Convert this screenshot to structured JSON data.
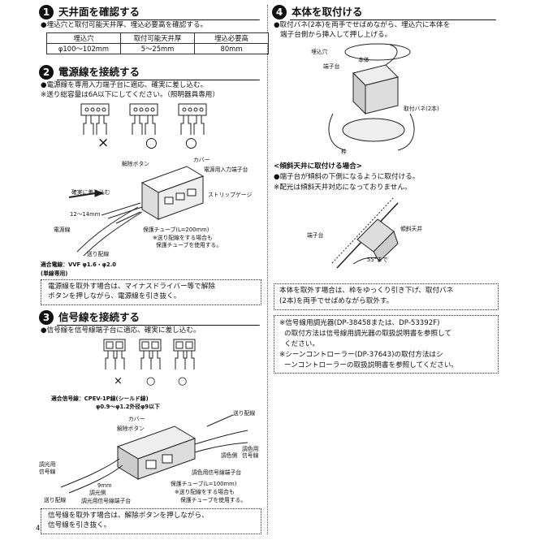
{
  "s1": {
    "num": "1",
    "title": "天井面を確認する",
    "intro": "●埋込穴と取付可能天井厚、埋込必要高を確認する。",
    "table": {
      "headers": [
        "埋込穴",
        "取付可能天井厚",
        "埋込必要高"
      ],
      "row": [
        "φ100〜102mm",
        "5〜25mm",
        "80mm"
      ]
    }
  },
  "s2": {
    "num": "2",
    "title": "電源線を接続する",
    "line1": "●電源線を専用入力端子台に適応、確実に差し込む。",
    "line2": "※送り総容量は6A以下にしてください。（照明器具専用）",
    "marks": [
      "×",
      "○",
      "○"
    ],
    "labels": {
      "release_button": "解除ボタン",
      "cover": "カバー",
      "power_terminal": "電源用入力端子台",
      "insert_firmly": "確実に差し込む",
      "strip_gauge": "ストリップゲージ",
      "length": "12〜14mm",
      "power_wire": "電源線",
      "feed_wire": "送り配線",
      "tube": "保護チューブ(L=200mm)",
      "tube_note1": "※送り配線をする場合も",
      "tube_note2": "保護チューブを使用する。",
      "wire_spec": "適合電線：VVF φ1.6・φ2.0",
      "wire_spec2": "(単線専用)"
    },
    "note1": "電源線を取外す場合は、マイナスドライバー等で解除",
    "note2": "ボタンを押しながら、電源線を引き抜く。"
  },
  "s3": {
    "num": "3",
    "title": "信号線を接続する",
    "line1": "●信号線を信号線端子台に適応、確実に差し込む。",
    "marks": [
      "×",
      "○",
      "○"
    ],
    "labels": {
      "wire_spec": "適合信号線：CPEV-1P線(シールド線)",
      "wire_dims": "φ0.9〜φ1.2外径φ9以下",
      "cover": "カバー",
      "release_button": "解除ボタン",
      "feed_wire": "送り配線",
      "dim_side": "調色側",
      "dim_signal": "調色用\n信号線",
      "light_signal": "調光用\n信号線",
      "dim_terminal": "調色用信号線端子台",
      "length": "9mm",
      "light_side": "調光側",
      "light_terminal": "調光用信号線端子台",
      "feed_wire2": "送り配線",
      "tube": "保護チューブ(L=100mm)",
      "tube_note1": "※送り配線をする場合も",
      "tube_note2": "保護チューブを使用する。"
    },
    "note1": "信号線を取外す場合は、解除ボタンを押しながら、",
    "note2": "信号線を引き抜く。"
  },
  "s4": {
    "num": "4",
    "title": "本体を取付ける",
    "line1": "●取付バネ(2本)を両手でせばめながら、埋込穴に本体を",
    "line2": "端子台側から挿入して押し上げる。",
    "labels": {
      "hole": "埋込穴",
      "body": "本体",
      "terminal": "端子台",
      "spring": "取付バネ(2本)",
      "frame": "枠"
    },
    "incline_title": "<傾斜天井に取付ける場合>",
    "incline1": "●端子台が傾斜の下側になるように取付ける。",
    "incline2": "※配光は傾斜天井対応になっておりません。",
    "incline_labels": {
      "ceiling": "傾斜天井",
      "terminal": "端子台",
      "angle": "55°まで"
    },
    "remove1": "本体を取外す場合は、枠をゆっくり引き下げ、取付バネ",
    "remove2": "(2本)を両手でせばめながら取外す。",
    "ref1": "※信号線用調光器(DP-38458または、DP-53392F)",
    "ref2": "の取付方法は信号線用調光器の取扱説明書を参照して",
    "ref3": "ください。",
    "ref4": "※シーンコントローラー(DP-37643)の取付方法はシ",
    "ref5": "ーンコントローラーの取扱説明書を参照してください。"
  },
  "page_number": "4"
}
